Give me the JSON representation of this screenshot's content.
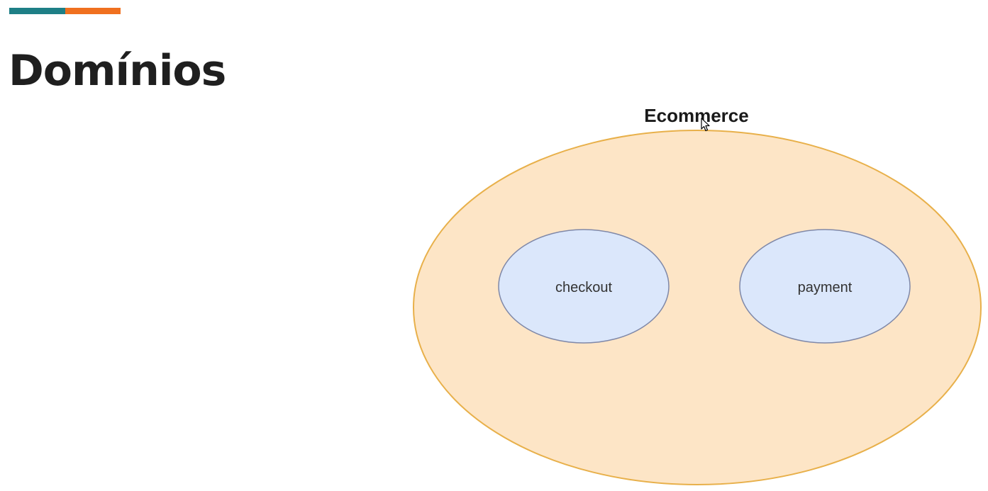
{
  "slide": {
    "title": "Domínios",
    "accent_colors": [
      "#1e7f86",
      "#f0701f"
    ]
  },
  "diagram": {
    "domain": {
      "label": "Ecommerce",
      "fill": "#fde5c6",
      "stroke": "#e8b04a"
    },
    "subdomains": [
      {
        "label": "checkout",
        "fill": "#dbe7fb",
        "stroke": "#7f88a8"
      },
      {
        "label": "payment",
        "fill": "#dbe7fb",
        "stroke": "#7f88a8"
      }
    ]
  },
  "cursor_icon": "mouse-pointer-icon"
}
